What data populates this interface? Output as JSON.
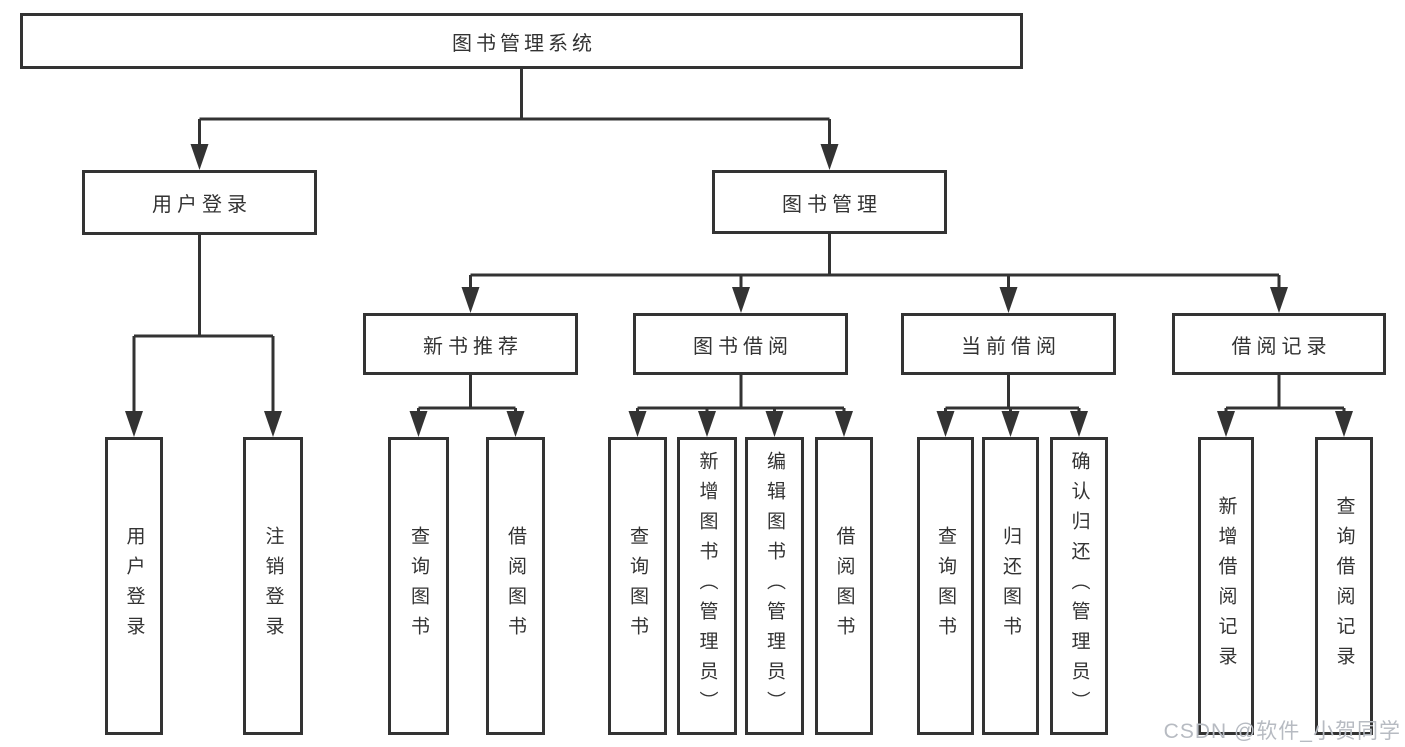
{
  "diagram": {
    "title": "图书管理系统",
    "tree": {
      "root": {
        "label": "图书管理系统",
        "children": [
          {
            "label": "用户登录",
            "children": [
              {
                "label": "用户登录"
              },
              {
                "label": "注销登录"
              }
            ]
          },
          {
            "label": "图书管理",
            "children": [
              {
                "label": "新书推荐",
                "children": [
                  {
                    "label": "查询图书"
                  },
                  {
                    "label": "借阅图书"
                  }
                ]
              },
              {
                "label": "图书借阅",
                "children": [
                  {
                    "label": "查询图书"
                  },
                  {
                    "label": "新增图书（管理员）"
                  },
                  {
                    "label": "编辑图书（管理员）"
                  },
                  {
                    "label": "借阅图书"
                  }
                ]
              },
              {
                "label": "当前借阅",
                "children": [
                  {
                    "label": "查询图书"
                  },
                  {
                    "label": "归还图书"
                  },
                  {
                    "label": "确认归还（管理员）"
                  }
                ]
              },
              {
                "label": "借阅记录",
                "children": [
                  {
                    "label": "新增借阅记录"
                  },
                  {
                    "label": "查询借阅记录"
                  }
                ]
              }
            ]
          }
        ]
      }
    },
    "colors": {
      "line": "#333333",
      "box_border": "#333333",
      "text": "#333333",
      "background": "#ffffff",
      "watermark": "#b7bbc2"
    }
  },
  "watermark": {
    "text": "CSDN @软件_小贺同学"
  }
}
